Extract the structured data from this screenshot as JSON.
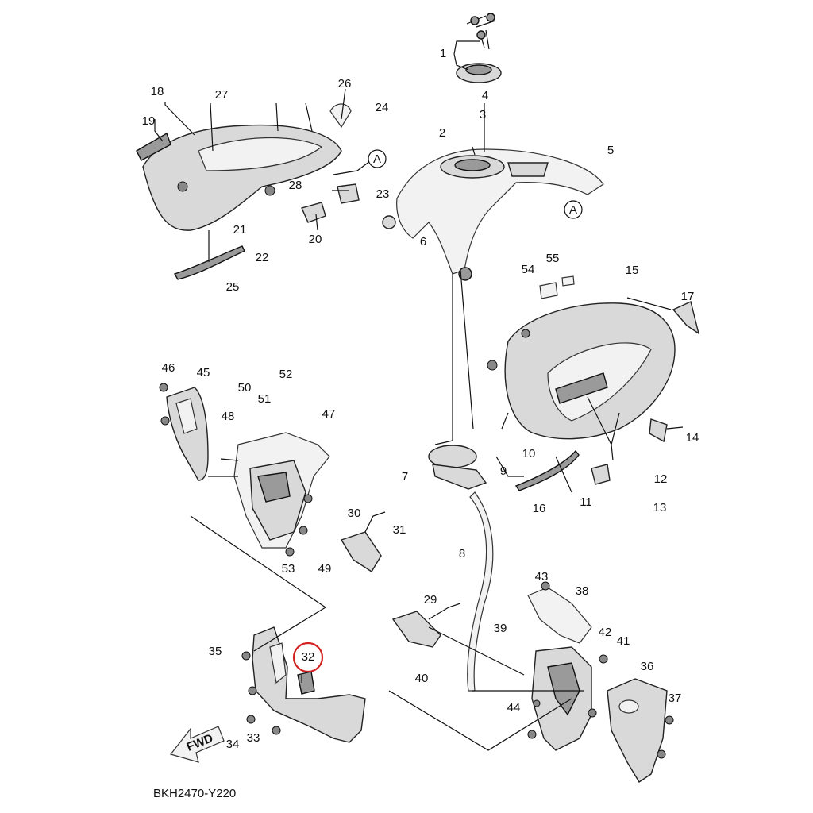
{
  "diagram": {
    "code": "BKH2470-Y220",
    "direction_label": "FWD",
    "ref_marker": "A",
    "highlight_color": "#d42020",
    "highlighted_part": "32",
    "part_numbers": [
      "1",
      "2",
      "3",
      "4",
      "5",
      "6",
      "7",
      "8",
      "9",
      "10",
      "11",
      "12",
      "13",
      "14",
      "15",
      "16",
      "17",
      "18",
      "19",
      "20",
      "21",
      "22",
      "23",
      "24",
      "25",
      "26",
      "27",
      "28",
      "29",
      "30",
      "31",
      "32",
      "33",
      "34",
      "35",
      "36",
      "37",
      "38",
      "39",
      "40",
      "41",
      "42",
      "43",
      "44",
      "45",
      "46",
      "47",
      "48",
      "49",
      "50",
      "51",
      "52",
      "53",
      "54",
      "55"
    ]
  }
}
